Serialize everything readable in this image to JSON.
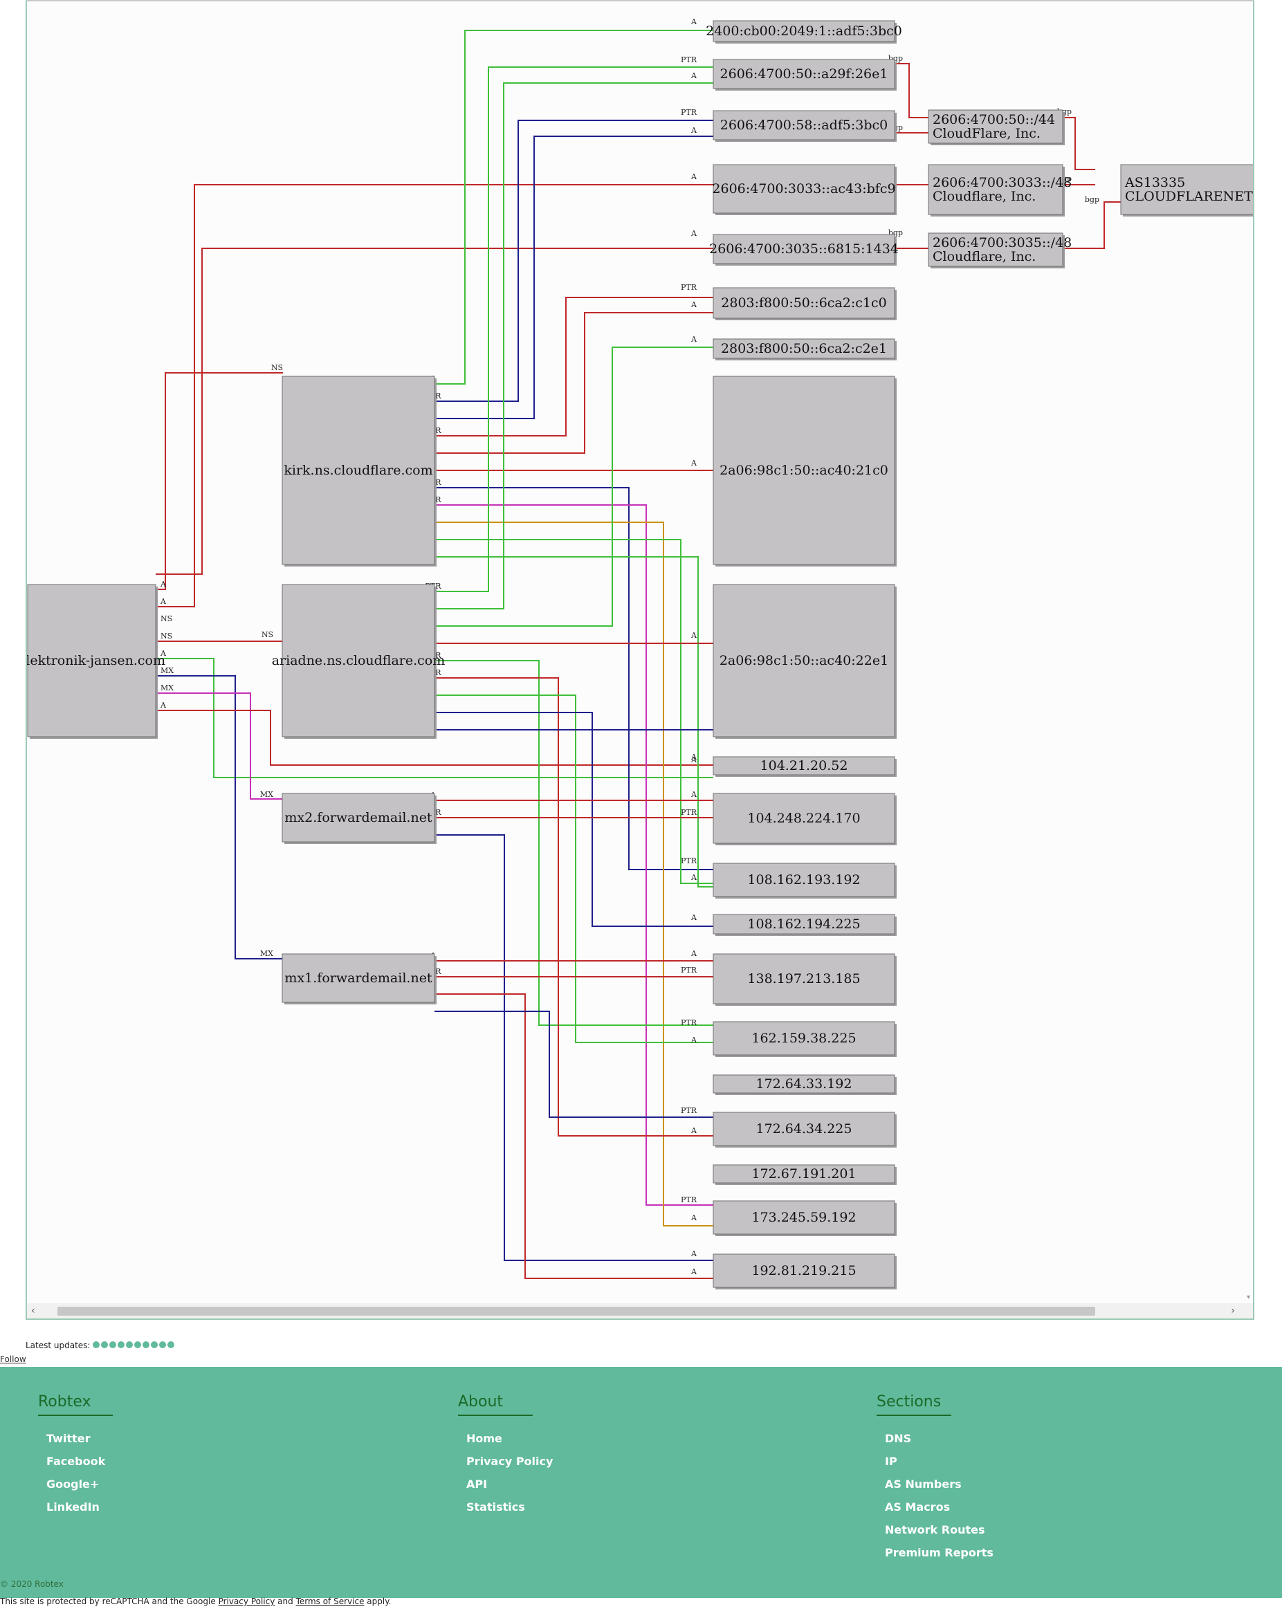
{
  "graph": {
    "nodes": {
      "domain": "elektronik-jansen.com",
      "ns1": "kirk.ns.cloudflare.com",
      "ns2": "ariadne.ns.cloudflare.com",
      "mx2": "mx2.forwardemail.net",
      "mx1": "mx1.forwardemail.net",
      "ip6_1": "2400:cb00:2049:1::adf5:3bc0",
      "ip6_2": "2606:4700:50::a29f:26e1",
      "ip6_3": "2606:4700:58::adf5:3bc0",
      "ip6_4": "2606:4700:3033::ac43:bfc9",
      "ip6_5": "2606:4700:3035::6815:1434",
      "ip6_6": "2803:f800:50::6ca2:c1c0",
      "ip6_7": "2803:f800:50::6ca2:c2e1",
      "ip6_8": "2a06:98c1:50::ac40:21c0",
      "ip6_9": "2a06:98c1:50::ac40:22e1",
      "ip4_1": "104.21.20.52",
      "ip4_2": "104.248.224.170",
      "ip4_3": "108.162.193.192",
      "ip4_4": "108.162.194.225",
      "ip4_5": "138.197.213.185",
      "ip4_6": "162.159.38.225",
      "ip4_7": "172.64.33.192",
      "ip4_8": "172.64.34.225",
      "ip4_9": "172.67.191.201",
      "ip4_10": "173.245.59.192",
      "ip4_11": "192.81.219.215",
      "route1_a": "2606:4700:50::/44",
      "route1_b": "CloudFlare, Inc.",
      "route2_a": "2606:4700:3033::/48",
      "route2_b": "Cloudflare, Inc.",
      "route3_a": "2606:4700:3035::/48",
      "route3_b": "Cloudflare, Inc.",
      "as_a": "AS13335",
      "as_b": "CLOUDFLARENET"
    },
    "labels": {
      "a": "A",
      "ptr": "PTR",
      "ns": "NS",
      "mx": "MX",
      "bgp": "bgp"
    },
    "colors": {
      "red": "#c0282a",
      "green": "#3fbf3a",
      "blue": "#1f1f8c",
      "magenta": "#c632b8",
      "orange": "#c9920e"
    }
  },
  "scroll": {
    "left_arrow": "‹",
    "right_arrow": "›",
    "down_arrow": "▾"
  },
  "updates": {
    "label": "Latest updates:",
    "dot_count": 10
  },
  "follow": "Follow",
  "footer": {
    "cols": [
      {
        "title": "Robtex",
        "items": [
          "Twitter",
          "Facebook",
          "Google+",
          "LinkedIn"
        ]
      },
      {
        "title": "About",
        "items": [
          "Home",
          "Privacy Policy",
          "API",
          "Statistics"
        ]
      },
      {
        "title": "Sections",
        "items": [
          "DNS",
          "IP",
          "AS Numbers",
          "AS Macros",
          "Network Routes",
          "Premium Reports"
        ]
      }
    ],
    "copyright": "© 2020 Robtex",
    "captcha": {
      "pre": "This site is protected by reCAPTCHA and the Google ",
      "privacy": "Privacy Policy",
      "and": " and ",
      "terms": "Terms of Service",
      "post": " apply."
    }
  }
}
